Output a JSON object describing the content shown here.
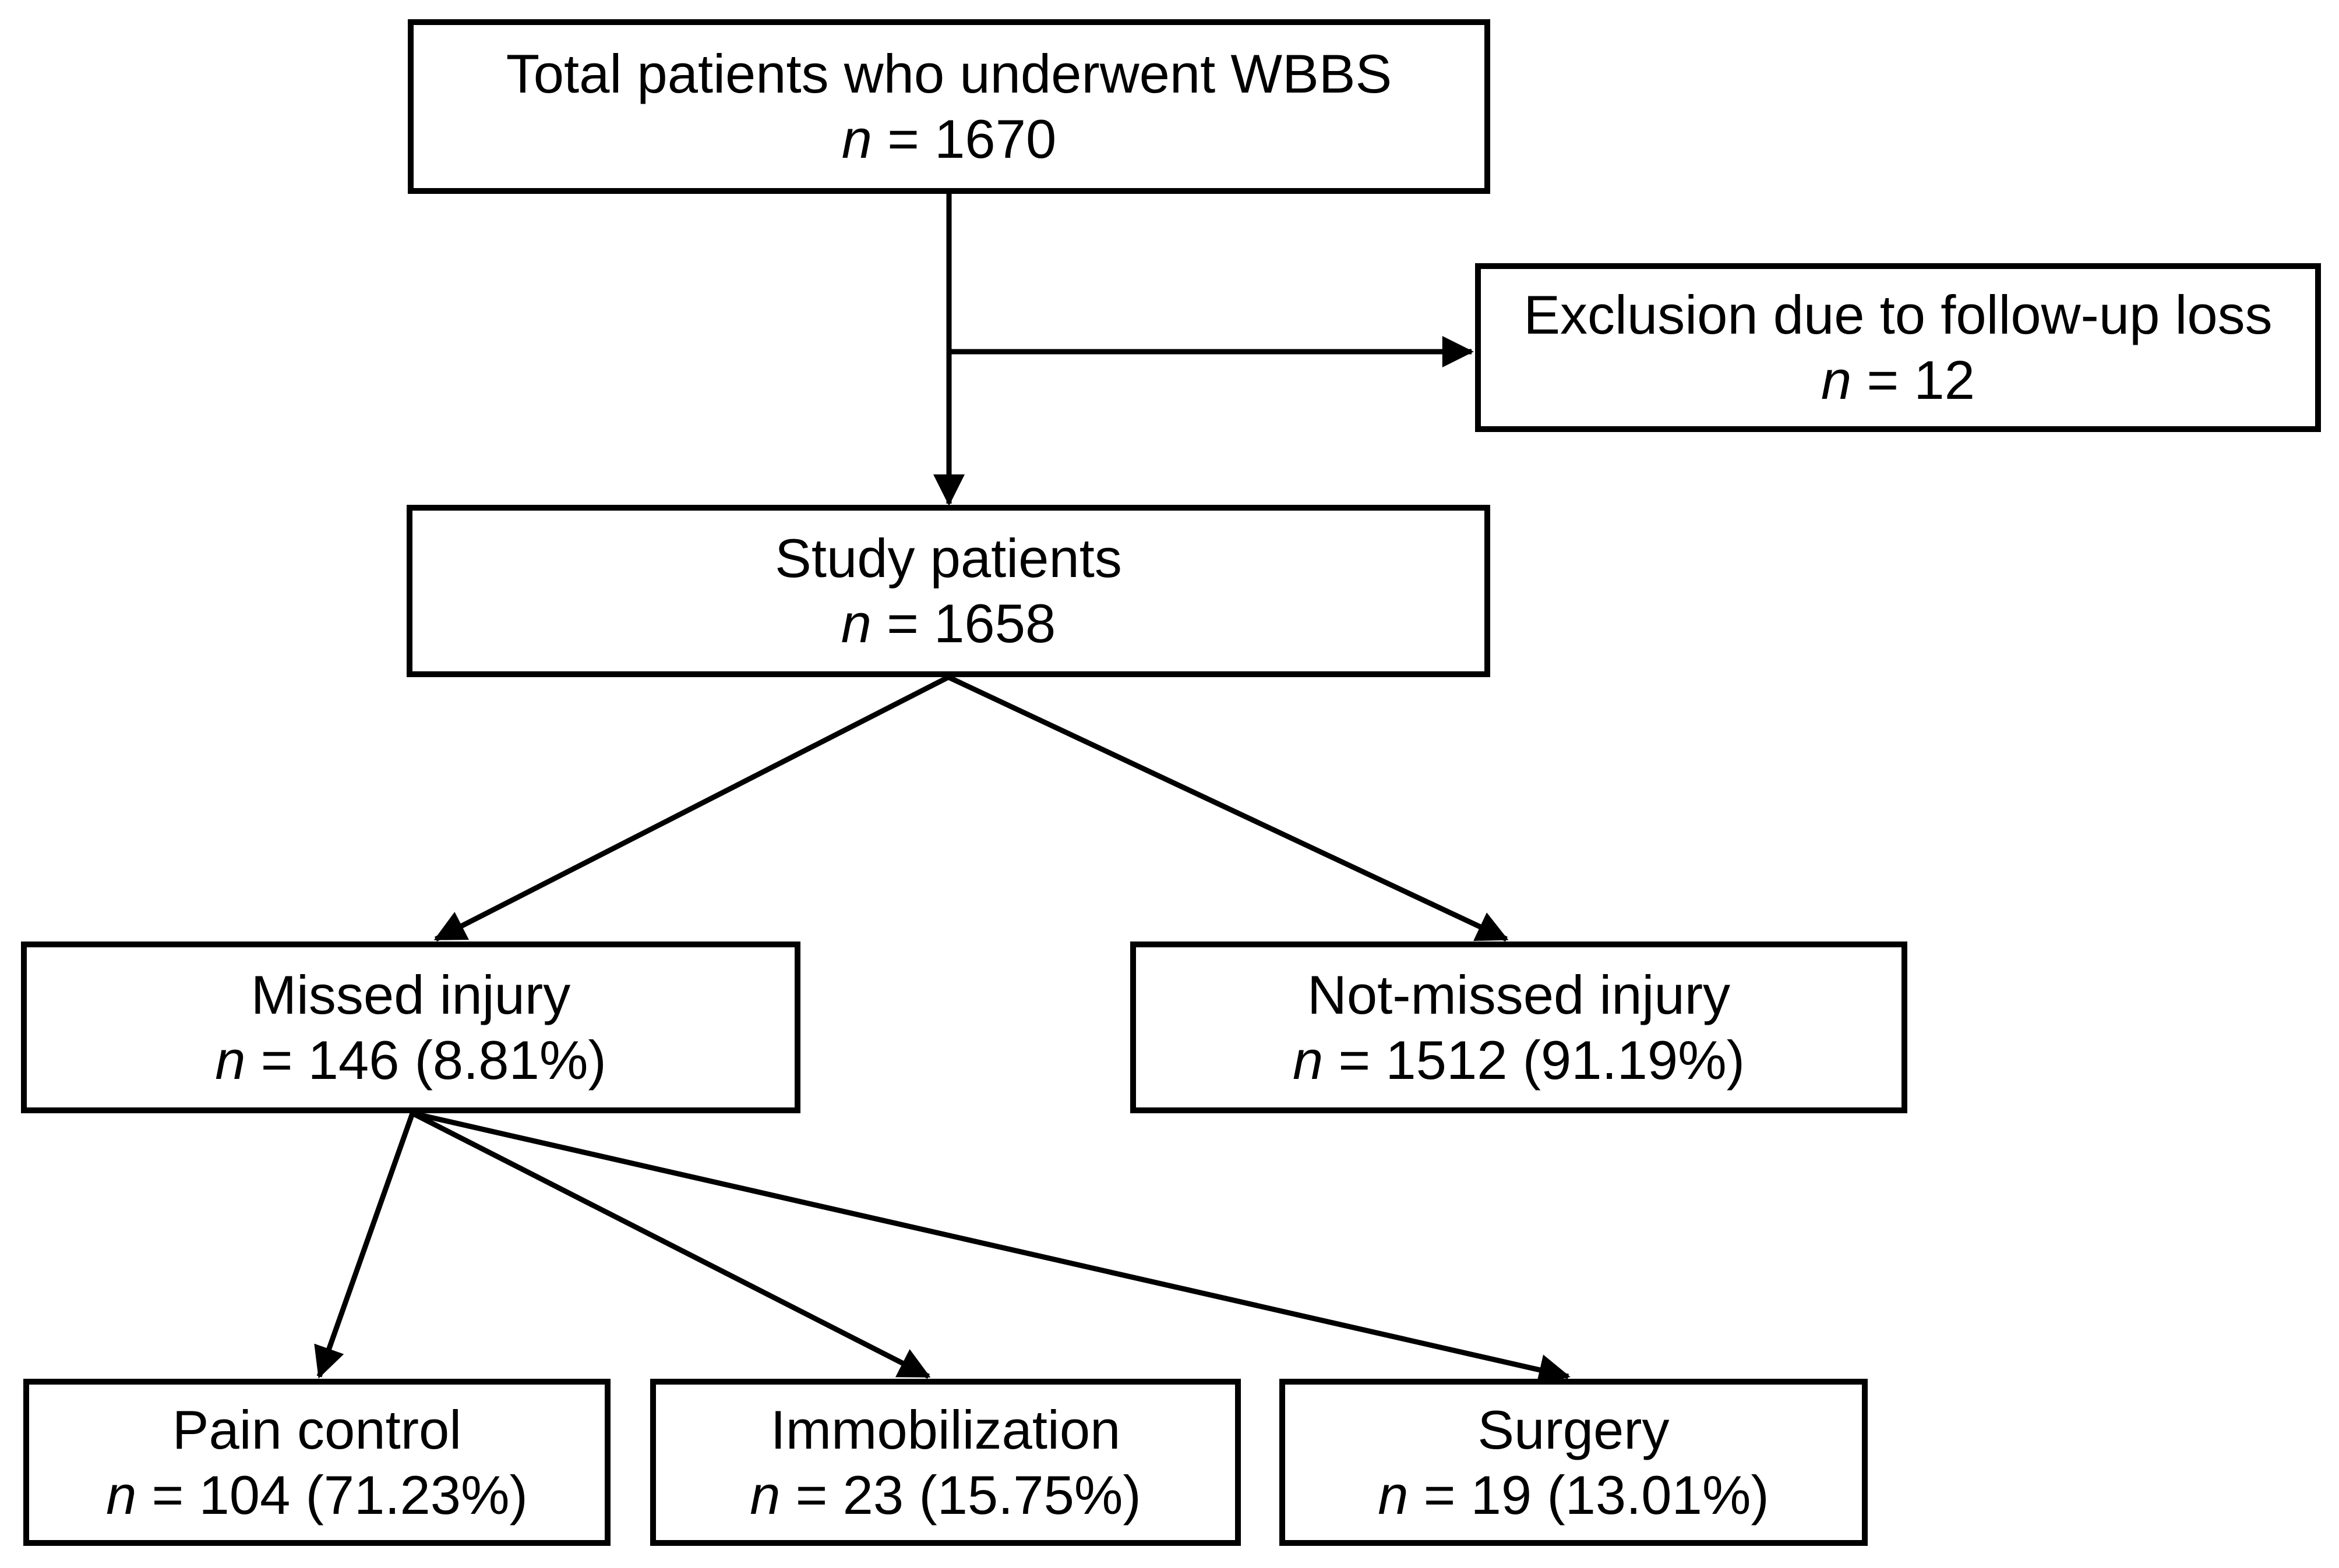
{
  "figure": {
    "type": "patient-flow-diagram",
    "background_color": "#ffffff",
    "ink_color": "#000000"
  },
  "nodes": {
    "total": {
      "title": "Total patients who underwent WBBS",
      "n_symbol": "n",
      "count": "= 1670"
    },
    "exclusion": {
      "title": "Exclusion due to follow-up loss",
      "n_symbol": "n",
      "count": "= 12"
    },
    "study": {
      "title": "Study patients",
      "n_symbol": "n",
      "count": "= 1658"
    },
    "missed": {
      "title": "Missed injury",
      "n_symbol": "n",
      "count": "= 146 (8.81%)"
    },
    "not_missed": {
      "title": "Not-missed injury",
      "n_symbol": "n",
      "count": "= 1512 (91.19%)"
    },
    "pain_control": {
      "title": "Pain control",
      "n_symbol": "n",
      "count": "= 104 (71.23%)"
    },
    "immobilization": {
      "title": "Immobilization",
      "n_symbol": "n",
      "count": "= 23 (15.75%)"
    },
    "surgery": {
      "title": "Surgery",
      "n_symbol": "n",
      "count": "= 19 (13.01%)"
    }
  },
  "edges": [
    {
      "from": "total",
      "to": "study"
    },
    {
      "from": "total",
      "to": "exclusion"
    },
    {
      "from": "study",
      "to": "missed"
    },
    {
      "from": "study",
      "to": "not_missed"
    },
    {
      "from": "missed",
      "to": "pain_control"
    },
    {
      "from": "missed",
      "to": "immobilization"
    },
    {
      "from": "missed",
      "to": "surgery"
    }
  ]
}
